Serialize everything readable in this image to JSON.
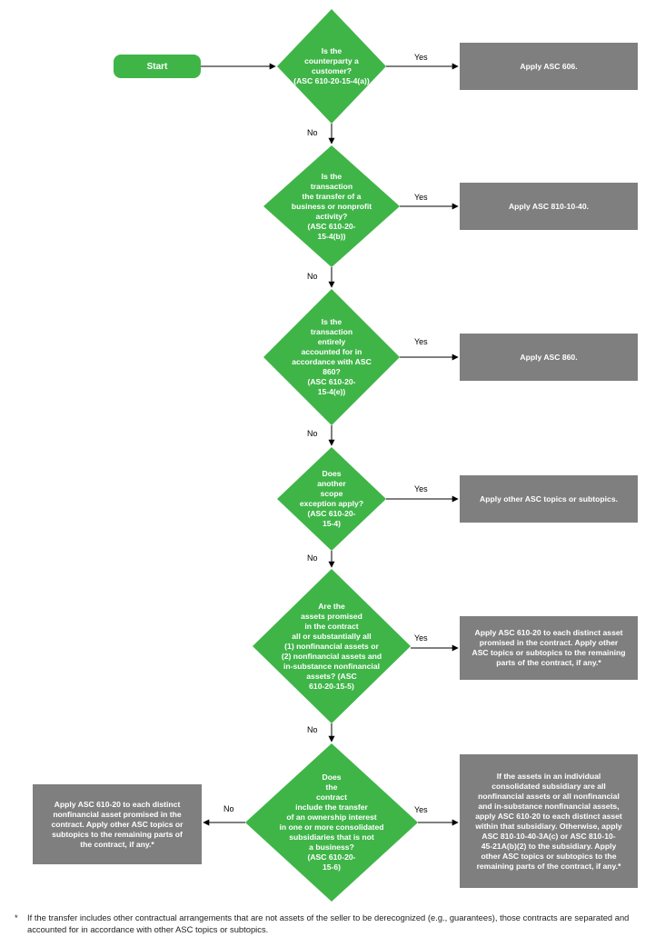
{
  "start_label": "Start",
  "colors": {
    "decision": "#3fb548",
    "outcome": "#7f7f7f",
    "line": "#000000"
  },
  "decisions": [
    {
      "text": "Is the\ncounterparty a\ncustomer?\n(ASC 610-20-15-4(a))",
      "yes": "Yes",
      "no": "No"
    },
    {
      "text": "Is the\ntransaction\nthe transfer of a\nbusiness or nonprofit\nactivity?\n(ASC 610-20-\n15-4(b))",
      "yes": "Yes",
      "no": "No"
    },
    {
      "text": "Is the\ntransaction\nentirely\naccounted for in\naccordance with ASC\n860?\n(ASC 610-20-\n15-4(e))",
      "yes": "Yes",
      "no": "No"
    },
    {
      "text": "Does\nanother\nscope\nexception apply?\n(ASC 610-20-\n15-4)",
      "yes": "Yes",
      "no": "No"
    },
    {
      "text": "Are the\nassets promised\nin the contract\nall or substantially all\n(1) nonfinancial assets or\n(2) nonfinancial assets and\nin-substance nonfinancial\nassets? (ASC\n610-20-15-5)",
      "yes": "Yes",
      "no": "No"
    },
    {
      "text": "Does\nthe\ncontract\ninclude the transfer\nof an ownership interest\nin one or more consolidated\nsubsidiaries that is not\na business?\n(ASC 610-20-\n15-6)",
      "yes": "Yes",
      "no": "No"
    }
  ],
  "outcomes": [
    "Apply ASC 606.",
    "Apply ASC 810-10-40.",
    "Apply ASC 860.",
    "Apply other ASC topics or subtopics.",
    "Apply ASC 610-20 to each distinct asset\npromised in the contract. Apply other\nASC topics or subtopics to the remaining\nparts of the contract, if any.*",
    "If the assets in an individual\nconsolidated subsidiary are all\nnonfinancial assets or all nonfinancial\nand in-substance nonfinancial assets,\napply ASC 610-20 to each distinct asset\nwithin that subsidiary. Otherwise, apply\nASC 810-10-40-3A(c) or ASC 810-10-\n45-21A(b)(2) to the subsidiary. Apply\nother ASC topics or subtopics to the\nremaining parts of the contract, if any.*",
    "Apply ASC 610-20 to each distinct\nnonfinancial asset promised in the\ncontract. Apply other ASC topics or\nsubtopics to the remaining parts of\nthe contract, if any.*"
  ],
  "footnote": {
    "marker": "*",
    "text": "If the transfer includes other contractual arrangements that are not assets of the seller to be derecognized (e.g., guarantees), those contracts are separated and accounted for in accordance with other ASC topics or subtopics."
  }
}
